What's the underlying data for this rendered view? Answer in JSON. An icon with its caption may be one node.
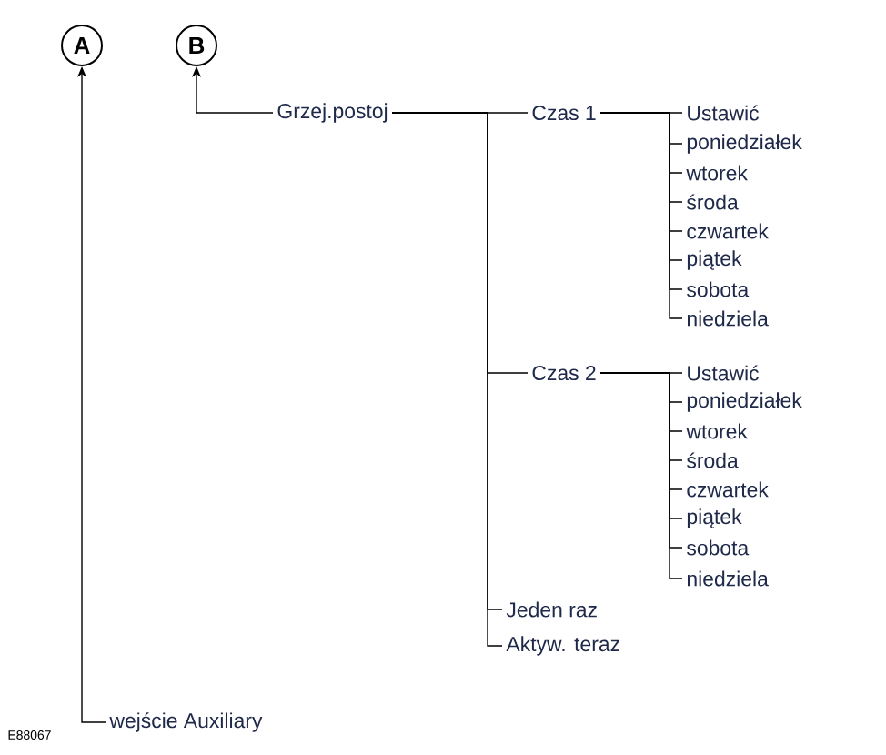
{
  "diagram": {
    "nodes": [
      {
        "text": [
          "A"
        ]
      },
      {
        "text": [
          "B"
        ]
      },
      {
        "text": [
          "Grzej.postoj"
        ]
      },
      {
        "text": [
          "Czas 1"
        ]
      },
      {
        "text": [
          "Ustawić"
        ]
      },
      {
        "text": [
          "poniedziałek"
        ]
      },
      {
        "text": [
          "wtorek"
        ]
      },
      {
        "text": [
          "środa"
        ]
      },
      {
        "text": [
          "czwartek"
        ]
      },
      {
        "text": [
          "piątek"
        ]
      },
      {
        "text": [
          "sobota"
        ]
      },
      {
        "text": [
          "niedziela"
        ]
      },
      {
        "text": [
          "Czas 2"
        ]
      },
      {
        "text": [
          "Ustawić"
        ]
      },
      {
        "text": [
          "poniedziałek"
        ]
      },
      {
        "text": [
          "wtorek"
        ]
      },
      {
        "text": [
          "środa"
        ]
      },
      {
        "text": [
          "czwartek"
        ]
      },
      {
        "text": [
          "piątek"
        ]
      },
      {
        "text": [
          "sobota"
        ]
      },
      {
        "text": [
          "niedziela"
        ]
      },
      {
        "text": [
          "Jeden raz"
        ]
      },
      {
        "text": [
          "Aktyw. teraz"
        ]
      },
      {
        "text": [
          "wejście Auxiliary"
        ]
      }
    ],
    "edges": [
      {
        "from": 23,
        "to": 0,
        "arrow": "to"
      },
      {
        "from": 2,
        "to": 1,
        "arrow": "to"
      },
      {
        "from": 2,
        "to": 3,
        "arrow": "none"
      },
      {
        "from": 2,
        "to": 12,
        "arrow": "none"
      },
      {
        "from": 2,
        "to": 21,
        "arrow": "none"
      },
      {
        "from": 2,
        "to": 22,
        "arrow": "none"
      },
      {
        "from": 3,
        "to": 4,
        "arrow": "none"
      },
      {
        "from": 3,
        "to": 5,
        "arrow": "none"
      },
      {
        "from": 3,
        "to": 6,
        "arrow": "none"
      },
      {
        "from": 3,
        "to": 7,
        "arrow": "none"
      },
      {
        "from": 3,
        "to": 8,
        "arrow": "none"
      },
      {
        "from": 3,
        "to": 9,
        "arrow": "none"
      },
      {
        "from": 3,
        "to": 10,
        "arrow": "none"
      },
      {
        "from": 3,
        "to": 11,
        "arrow": "none"
      },
      {
        "from": 12,
        "to": 13,
        "arrow": "none"
      },
      {
        "from": 12,
        "to": 14,
        "arrow": "none"
      },
      {
        "from": 12,
        "to": 15,
        "arrow": "none"
      },
      {
        "from": 12,
        "to": 16,
        "arrow": "none"
      },
      {
        "from": 12,
        "to": 17,
        "arrow": "none"
      },
      {
        "from": 12,
        "to": 18,
        "arrow": "none"
      },
      {
        "from": 12,
        "to": 19,
        "arrow": "none"
      },
      {
        "from": 12,
        "to": 20,
        "arrow": "none"
      }
    ],
    "labels": [
      "E88067"
    ]
  }
}
